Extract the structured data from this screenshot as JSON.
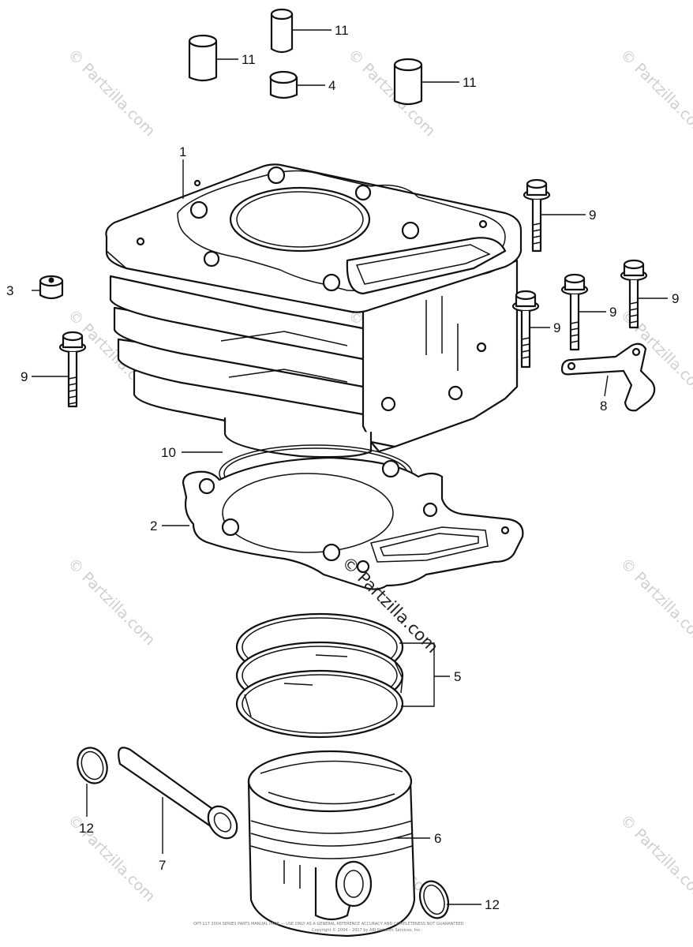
{
  "callouts": [
    {
      "id": "c11a",
      "text": "11"
    },
    {
      "id": "c11b",
      "text": "11"
    },
    {
      "id": "c11c",
      "text": "11"
    },
    {
      "id": "c4",
      "text": "4"
    },
    {
      "id": "c1",
      "text": "1"
    },
    {
      "id": "c9a",
      "text": "9"
    },
    {
      "id": "c9b",
      "text": "9"
    },
    {
      "id": "c9c",
      "text": "9"
    },
    {
      "id": "c9d",
      "text": "9"
    },
    {
      "id": "c9e",
      "text": "9"
    },
    {
      "id": "c3",
      "text": "3"
    },
    {
      "id": "c8",
      "text": "8"
    },
    {
      "id": "c10",
      "text": "10"
    },
    {
      "id": "c2",
      "text": "2"
    },
    {
      "id": "c5",
      "text": "5"
    },
    {
      "id": "c12a",
      "text": "12"
    },
    {
      "id": "c7",
      "text": "7"
    },
    {
      "id": "c6",
      "text": "6"
    },
    {
      "id": "c12b",
      "text": "12"
    }
  ],
  "watermark": {
    "center": "© Partzilla.com",
    "faded": "© Partzilla.com"
  },
  "footer": {
    "line1": "OPT-117 2004 SERIES PARTS MANUAL PAGE — USE ONLY AS A GENERAL REFERENCE ACCURACY AND COMPLETENESS NOT GUARANTEED",
    "line2": "Copyright © 2004 – 2017 by ARI Network Services, Inc."
  },
  "colors": {
    "ink": "#111111",
    "watermark": "#cfcfcf",
    "background": "#ffffff"
  }
}
